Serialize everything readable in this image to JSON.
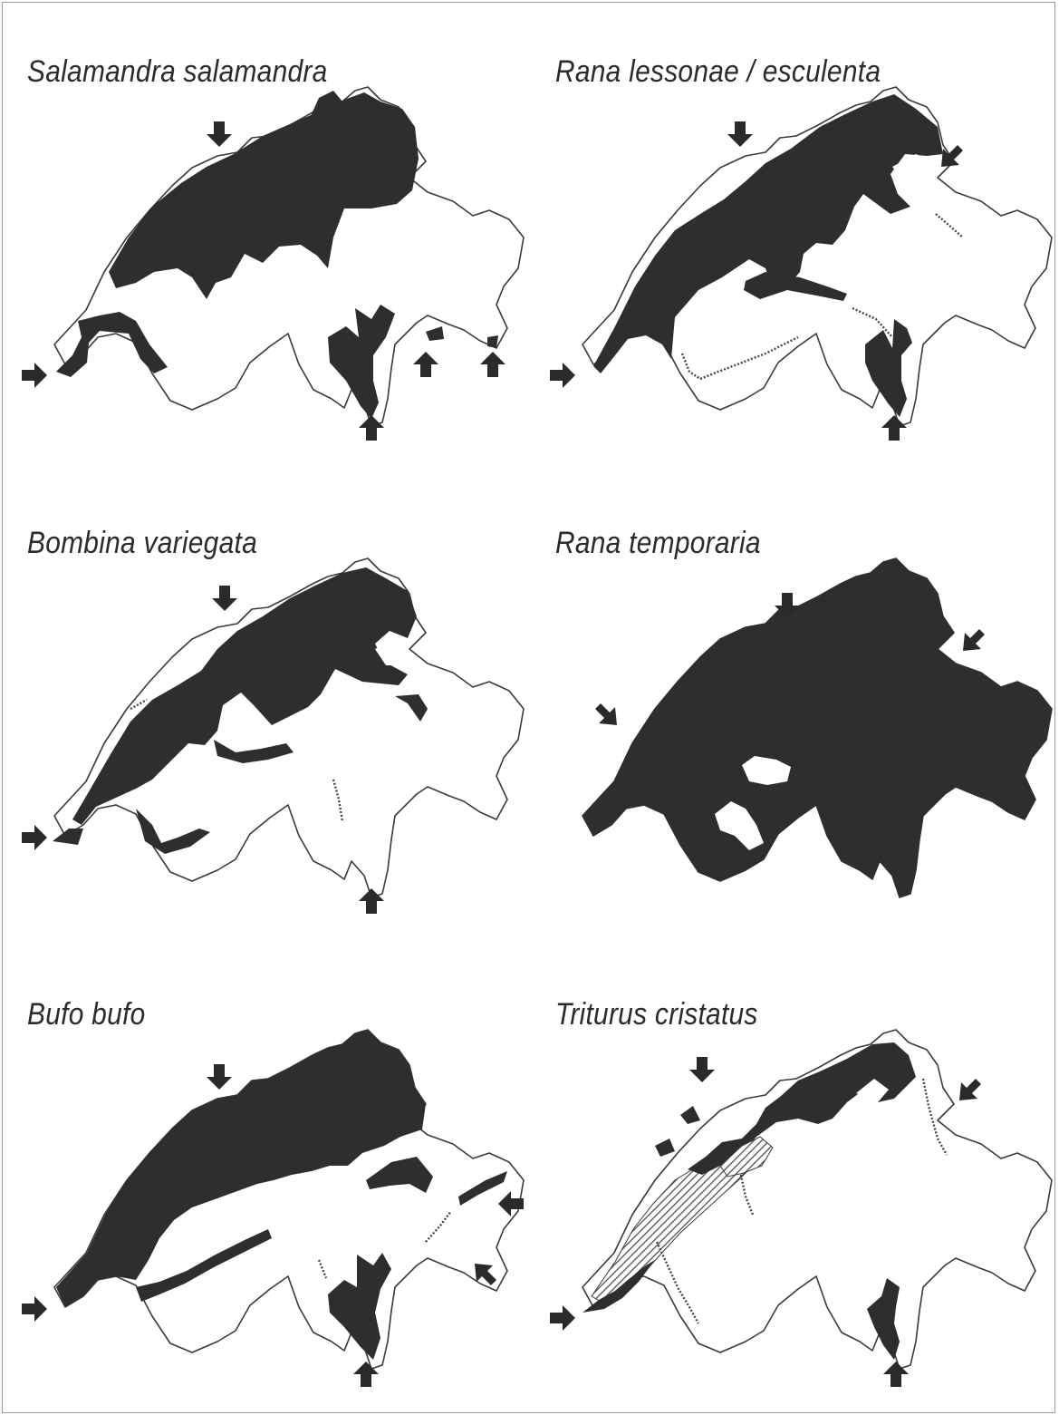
{
  "colors": {
    "range": "#2e2e2e",
    "border": "#3a3a3a",
    "hatch": "#555555",
    "frame": "#9a9a9a"
  },
  "panels": [
    {
      "id": "salamandra",
      "title": "Salamandra salamandra",
      "pattern": "salamandra"
    },
    {
      "id": "rana-lessonae",
      "title": "Rana lessonae / esculenta",
      "pattern": "lessonae"
    },
    {
      "id": "bombina",
      "title": "Bombina variegata",
      "pattern": "bombina"
    },
    {
      "id": "rana-temporaria",
      "title": "Rana temporaria",
      "pattern": "temporaria"
    },
    {
      "id": "bufo",
      "title": "Bufo bufo",
      "pattern": "bufo"
    },
    {
      "id": "triturus",
      "title": "Triturus cristatus",
      "pattern": "triturus"
    }
  ]
}
